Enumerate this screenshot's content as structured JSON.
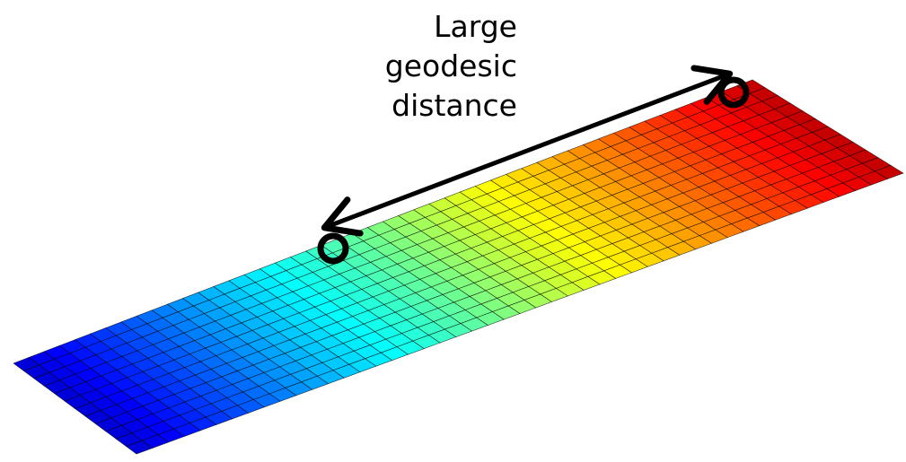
{
  "annotation": {
    "lines": [
      "Large",
      "geodesic",
      "distance"
    ]
  },
  "surface": {
    "colormap": "jet",
    "grid_lines": "#000000",
    "rows": 12,
    "cols": 48
  },
  "markers": {
    "stroke": "#000000"
  }
}
